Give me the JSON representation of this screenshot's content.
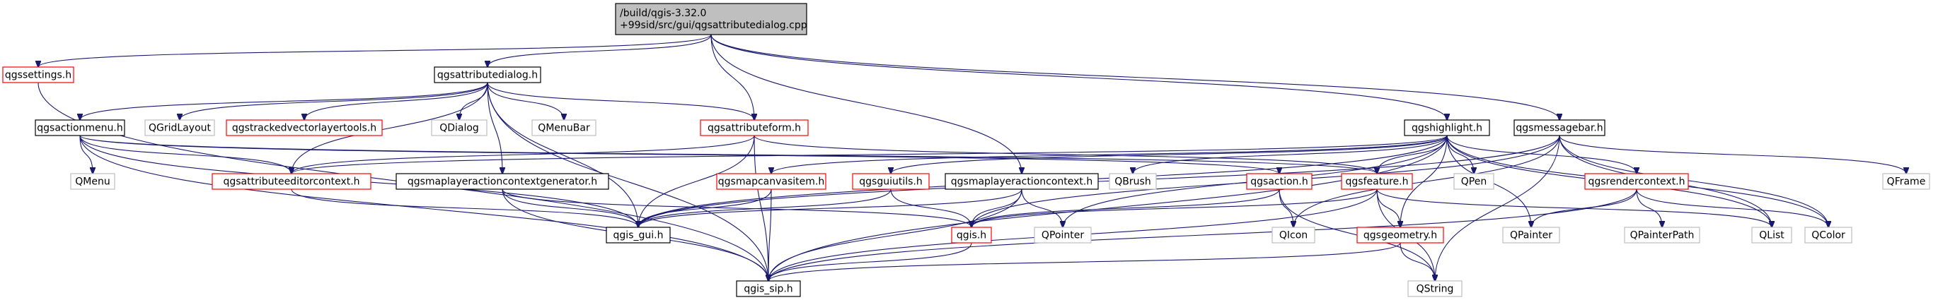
{
  "diagram": {
    "type": "include-dependency-graph",
    "colors": {
      "root_fill": "#bfbfbf",
      "root_border": "#000000",
      "linked_border": "#000000",
      "missing_border": "#ff0000",
      "external_border": "#bfbfbf",
      "node_fill": "#ffffff",
      "edge": "#191970"
    },
    "nodes": [
      {
        "id": "root",
        "lines": [
          "/build/qgis-3.32.0",
          "+99sid/src/gui/qgsattributedialog.cpp"
        ],
        "style": "root"
      },
      {
        "id": "qgssettings",
        "lines": [
          "qgssettings.h"
        ],
        "style": "missing"
      },
      {
        "id": "qgsattributedialog",
        "lines": [
          "qgsattributedialog.h"
        ],
        "style": "linked"
      },
      {
        "id": "qgsmessagebar",
        "lines": [
          "qgsmessagebar.h"
        ],
        "style": "linked"
      },
      {
        "id": "qgsactionmenu",
        "lines": [
          "qgsactionmenu.h"
        ],
        "style": "linked"
      },
      {
        "id": "QGridLayout",
        "lines": [
          "QGridLayout"
        ],
        "style": "external"
      },
      {
        "id": "qgstracked",
        "lines": [
          "qgstrackedvectorlayertools.h"
        ],
        "style": "missing"
      },
      {
        "id": "QDialog",
        "lines": [
          "QDialog"
        ],
        "style": "external"
      },
      {
        "id": "QMenuBar",
        "lines": [
          "QMenuBar"
        ],
        "style": "external"
      },
      {
        "id": "qgsattributeform",
        "lines": [
          "qgsattributeform.h"
        ],
        "style": "missing"
      },
      {
        "id": "qgshighlight",
        "lines": [
          "qgshighlight.h"
        ],
        "style": "linked"
      },
      {
        "id": "QMenu",
        "lines": [
          "QMenu"
        ],
        "style": "external"
      },
      {
        "id": "qgsattributeeditorcontext",
        "lines": [
          "qgsattributeeditorcontext.h"
        ],
        "style": "missing"
      },
      {
        "id": "qgsmaplayeractioncontextgenerator",
        "lines": [
          "qgsmaplayeractioncontextgenerator.h"
        ],
        "style": "linked"
      },
      {
        "id": "qgsmapcanvasitem",
        "lines": [
          "qgsmapcanvasitem.h"
        ],
        "style": "missing"
      },
      {
        "id": "qgsguiutils",
        "lines": [
          "qgsguiutils.h"
        ],
        "style": "missing"
      },
      {
        "id": "qgsmaplayeractioncontext",
        "lines": [
          "qgsmaplayeractioncontext.h"
        ],
        "style": "linked"
      },
      {
        "id": "QBrush",
        "lines": [
          "QBrush"
        ],
        "style": "external"
      },
      {
        "id": "qgsaction",
        "lines": [
          "qgsaction.h"
        ],
        "style": "missing"
      },
      {
        "id": "qgsfeature",
        "lines": [
          "qgsfeature.h"
        ],
        "style": "missing"
      },
      {
        "id": "QPen",
        "lines": [
          "QPen"
        ],
        "style": "external"
      },
      {
        "id": "qgsrendercontext",
        "lines": [
          "qgsrendercontext.h"
        ],
        "style": "missing"
      },
      {
        "id": "QFrame",
        "lines": [
          "QFrame"
        ],
        "style": "external"
      },
      {
        "id": "qgis_gui",
        "lines": [
          "qgis_gui.h"
        ],
        "style": "linked"
      },
      {
        "id": "qgis",
        "lines": [
          "qgis.h"
        ],
        "style": "missing"
      },
      {
        "id": "QPointer",
        "lines": [
          "QPointer"
        ],
        "style": "external"
      },
      {
        "id": "QIcon",
        "lines": [
          "QIcon"
        ],
        "style": "external"
      },
      {
        "id": "qgsgeometry",
        "lines": [
          "qgsgeometry.h"
        ],
        "style": "missing"
      },
      {
        "id": "QPainter",
        "lines": [
          "QPainter"
        ],
        "style": "external"
      },
      {
        "id": "QPainterPath",
        "lines": [
          "QPainterPath"
        ],
        "style": "external"
      },
      {
        "id": "QList",
        "lines": [
          "QList"
        ],
        "style": "external"
      },
      {
        "id": "QColor",
        "lines": [
          "QColor"
        ],
        "style": "external"
      },
      {
        "id": "qgis_sip",
        "lines": [
          "qgis_sip.h"
        ],
        "style": "linked"
      },
      {
        "id": "QString",
        "lines": [
          "QString"
        ],
        "style": "external"
      }
    ],
    "edges": [
      [
        "root",
        "qgssettings"
      ],
      [
        "root",
        "qgsattributedialog"
      ],
      [
        "root",
        "qgsattributeform"
      ],
      [
        "root",
        "qgsmaplayeractioncontext"
      ],
      [
        "root",
        "qgshighlight"
      ],
      [
        "root",
        "qgsmessagebar"
      ],
      [
        "qgssettings",
        "qgis_sip"
      ],
      [
        "qgsattributedialog",
        "qgsactionmenu"
      ],
      [
        "qgsattributedialog",
        "QGridLayout"
      ],
      [
        "qgsattributedialog",
        "qgstracked"
      ],
      [
        "qgsattributedialog",
        "QDialog"
      ],
      [
        "qgsattributedialog",
        "QMenuBar"
      ],
      [
        "qgsattributedialog",
        "qgsattributeform"
      ],
      [
        "qgsattributedialog",
        "qgsattributeeditorcontext"
      ],
      [
        "qgsattributedialog",
        "qgis_gui"
      ],
      [
        "qgsattributedialog",
        "qgis_sip"
      ],
      [
        "qgsattributedialog",
        "qgsmaplayeractioncontextgenerator"
      ],
      [
        "qgsactionmenu",
        "QMenu"
      ],
      [
        "qgsactionmenu",
        "qgsattributeeditorcontext"
      ],
      [
        "qgsactionmenu",
        "qgsaction"
      ],
      [
        "qgsactionmenu",
        "qgsfeature"
      ],
      [
        "qgsactionmenu",
        "qgis_gui"
      ],
      [
        "qgsactionmenu",
        "qgis_sip"
      ],
      [
        "qgsattributeform",
        "qgsattributeeditorcontext"
      ],
      [
        "qgsattributeform",
        "qgis_gui"
      ],
      [
        "qgsattributeform",
        "qgis_sip"
      ],
      [
        "qgsattributeform",
        "qgsfeature"
      ],
      [
        "qgsattributeeditorcontext",
        "qgis_gui"
      ],
      [
        "qgsmaplayeractioncontextgenerator",
        "qgis_gui"
      ],
      [
        "qgsmaplayeractioncontextgenerator",
        "qgis_sip"
      ],
      [
        "qgsmaplayeractioncontextgenerator",
        "qgis"
      ],
      [
        "qgsmaplayeractioncontext",
        "qgis_gui"
      ],
      [
        "qgsmaplayeractioncontext",
        "qgis_sip"
      ],
      [
        "qgsmaplayeractioncontext",
        "qgis"
      ],
      [
        "qgsmaplayeractioncontext",
        "QPointer"
      ],
      [
        "qgsmapcanvasitem",
        "qgis_gui"
      ],
      [
        "qgsmapcanvasitem",
        "qgis_sip"
      ],
      [
        "qgsguiutils",
        "qgis_gui"
      ],
      [
        "qgsguiutils",
        "qgis"
      ],
      [
        "qgshighlight",
        "qgsmapcanvasitem"
      ],
      [
        "qgshighlight",
        "qgsguiutils"
      ],
      [
        "qgshighlight",
        "QBrush"
      ],
      [
        "qgshighlight",
        "qgsfeature"
      ],
      [
        "qgshighlight",
        "QPen"
      ],
      [
        "qgshighlight",
        "qgsrendercontext"
      ],
      [
        "qgshighlight",
        "qgis_gui"
      ],
      [
        "qgshighlight",
        "qgis_sip"
      ],
      [
        "qgshighlight",
        "QPointer"
      ],
      [
        "qgshighlight",
        "QPainter"
      ],
      [
        "qgshighlight",
        "QList"
      ],
      [
        "qgshighlight",
        "QColor"
      ],
      [
        "qgshighlight",
        "qgsgeometry"
      ],
      [
        "qgshighlight",
        "qgsattributeeditorcontext"
      ],
      [
        "qgsmessagebar",
        "QFrame"
      ],
      [
        "qgsmessagebar",
        "QList"
      ],
      [
        "qgsmessagebar",
        "QColor"
      ],
      [
        "qgsmessagebar",
        "QIcon"
      ],
      [
        "qgsmessagebar",
        "QString"
      ],
      [
        "qgsmessagebar",
        "qgis"
      ],
      [
        "qgsmessagebar",
        "qgis_gui"
      ],
      [
        "qgsaction",
        "qgis"
      ],
      [
        "qgsaction",
        "QIcon"
      ],
      [
        "qgsaction",
        "QString"
      ],
      [
        "qgsfeature",
        "qgis"
      ],
      [
        "qgsfeature",
        "qgsgeometry"
      ],
      [
        "qgsfeature",
        "QString"
      ],
      [
        "qgsfeature",
        "QList"
      ],
      [
        "qgsfeature",
        "qgis_sip"
      ],
      [
        "qgsrendercontext",
        "QPainter"
      ],
      [
        "qgsrendercontext",
        "QPainterPath"
      ],
      [
        "qgsrendercontext",
        "QColor"
      ],
      [
        "qgsrendercontext",
        "qgis_sip"
      ],
      [
        "qgis",
        "qgis_sip"
      ],
      [
        "qgsgeometry",
        "qgis_sip"
      ],
      [
        "qgsgeometry",
        "QString"
      ]
    ]
  }
}
